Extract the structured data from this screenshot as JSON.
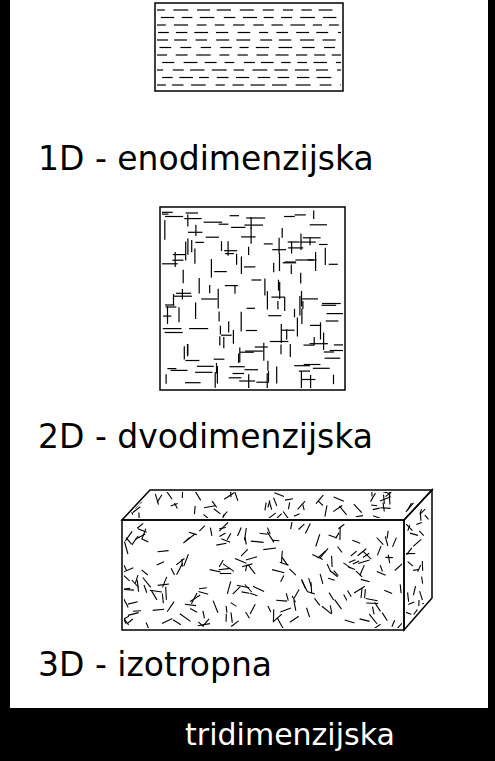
{
  "diagram": {
    "labels": [
      "1D - enodimenzijska",
      "2D - dvodimenzijska",
      "3D - izotropna",
      "tridimenzijska"
    ]
  }
}
